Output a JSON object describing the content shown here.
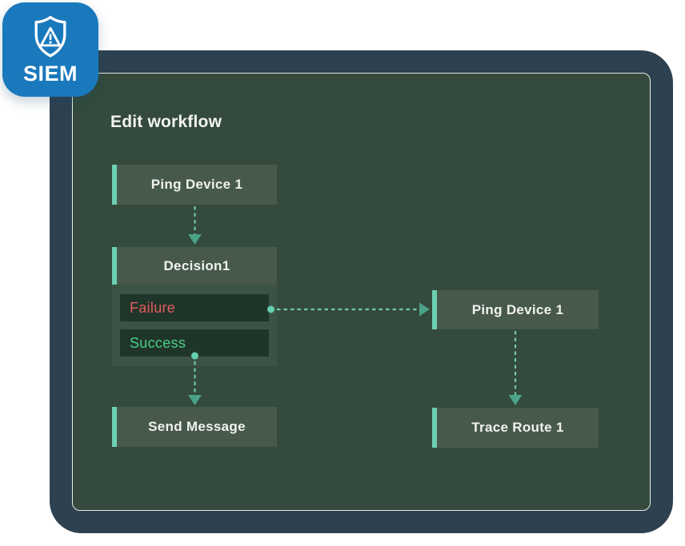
{
  "app": {
    "badge_label": "SIEM",
    "title": "Edit workflow"
  },
  "workflow": {
    "node_ping_left": {
      "label": "Ping Device 1"
    },
    "node_decision": {
      "label": "Decision1"
    },
    "branch_failure": {
      "label": "Failure",
      "color": "#e25b5e"
    },
    "branch_success": {
      "label": "Success",
      "color": "#49ce8b"
    },
    "node_send_message": {
      "label": "Send Message"
    },
    "node_ping_right": {
      "label": "Ping Device 1"
    },
    "node_trace_route": {
      "label": "Trace Route 1"
    }
  },
  "colors": {
    "badge_bg": "#1a79bc",
    "card_bg": "#2e4150",
    "panel_bg": "#334a3c",
    "panel_border": "#e8ebe7",
    "node_bg": "#47594b",
    "node_accent": "#6ecfb2",
    "node_text": "#f0f2ee",
    "decision_body_bg": "#3b5345",
    "branch_row_bg": "#203529",
    "connector": "#74c7ac",
    "arrowhead": "#4aa287",
    "dot": "#62cfae",
    "title_color": "#f3f5f2"
  }
}
